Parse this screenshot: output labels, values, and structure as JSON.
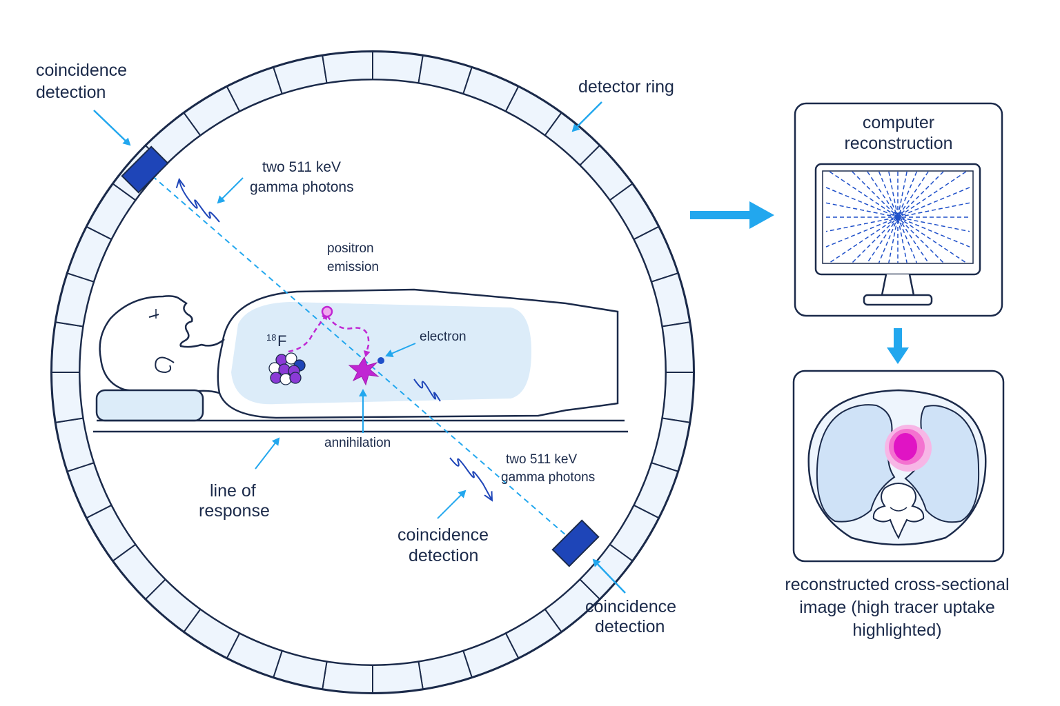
{
  "labels": {
    "coincidence_top_left": [
      "coincidence",
      "detection"
    ],
    "detector_ring": "detector ring",
    "gamma_top": [
      "two 511 keV",
      "gamma photons"
    ],
    "positron_emission": [
      "positron",
      "emission"
    ],
    "isotope_mass": "18",
    "isotope_symbol": "F",
    "electron": "electron",
    "annihilation": "annihilation",
    "gamma_bottom": [
      "two 511 keV",
      "gamma photons"
    ],
    "line_of_response": [
      "line of",
      "response"
    ],
    "coincidence_center": [
      "coincidence",
      "detection"
    ],
    "coincidence_bottom_right": [
      "coincidence",
      "detection"
    ],
    "computer_reconstruction": [
      "computer",
      "reconstruction"
    ],
    "reconstructed_image": [
      "reconstructed cross-sectional",
      "image (high tracer uptake",
      "highlighted)"
    ]
  },
  "colors": {
    "outline": "#1b2a4a",
    "ring_fill": "#eef5fd",
    "detector_active": "#1e45b8",
    "accent_cyan": "#22a7ee",
    "body_fill": "#dcecf9",
    "tracer_magenta": "#c026d3",
    "electron_blue": "#1e4fc9",
    "lung_fill": "#cfe2f7",
    "hotspot_outer": "#f7b6e6",
    "hotspot_core": "#e014c4"
  },
  "icons": [
    "annihilation-star-icon",
    "nucleus-icon",
    "monitor-icon",
    "ct-slice-icon",
    "arrow-right-icon",
    "arrow-down-icon"
  ]
}
